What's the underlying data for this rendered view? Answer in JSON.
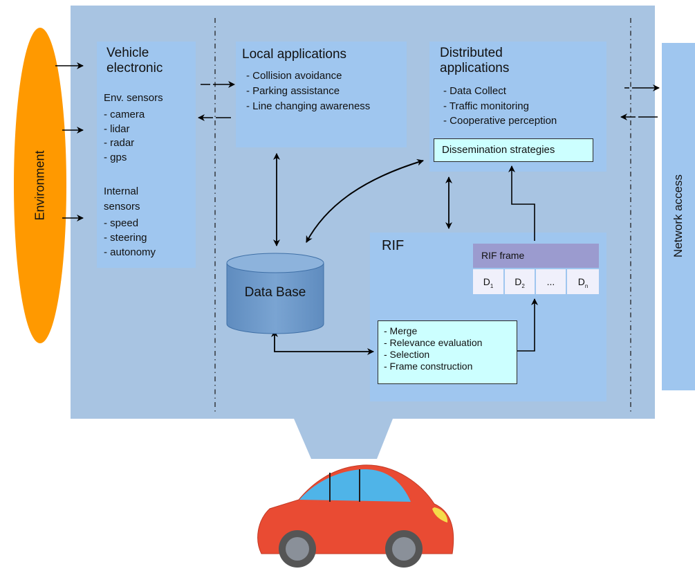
{
  "environment": {
    "label": "Environment"
  },
  "network": {
    "label": "Network access"
  },
  "vehicle": {
    "title": [
      "Vehicle",
      "electronic"
    ],
    "env_sensors_title": "Env. sensors",
    "env_sensors": [
      "- camera",
      "- lidar",
      "- radar",
      "- gps"
    ],
    "internal_title": [
      "Internal",
      "sensors"
    ],
    "internal_sensors": [
      "- speed",
      "- steering",
      "- autonomy"
    ]
  },
  "local": {
    "title": "Local applications",
    "items": [
      "- Collision avoidance",
      "- Parking assistance",
      "- Line changing awareness"
    ]
  },
  "distributed": {
    "title": [
      "Distributed",
      "applications"
    ],
    "items": [
      "- Data Collect",
      "- Traffic monitoring",
      "- Cooperative perception"
    ],
    "dissemination": "Dissemination strategies"
  },
  "database": {
    "label": "Data Base"
  },
  "rif": {
    "title": "RIF",
    "frame_title": "RIF frame",
    "cells": [
      {
        "main": "D",
        "sub": "1"
      },
      {
        "main": "D",
        "sub": "2"
      },
      {
        "main": "...",
        "sub": ""
      },
      {
        "main": "D",
        "sub": "n"
      }
    ],
    "process": [
      "- Merge",
      "- Relevance evaluation",
      "- Selection",
      "- Frame construction"
    ]
  },
  "colors": {
    "environment": "#ff9900",
    "main_panel": "#a8c4e2",
    "boxes": "#9fc6ef",
    "highlight": "#ccffff",
    "frame_header": "#9b9bcf",
    "database": "#6f9ac9",
    "car_body": "#e94b33",
    "car_window": "#4fb4e8"
  }
}
